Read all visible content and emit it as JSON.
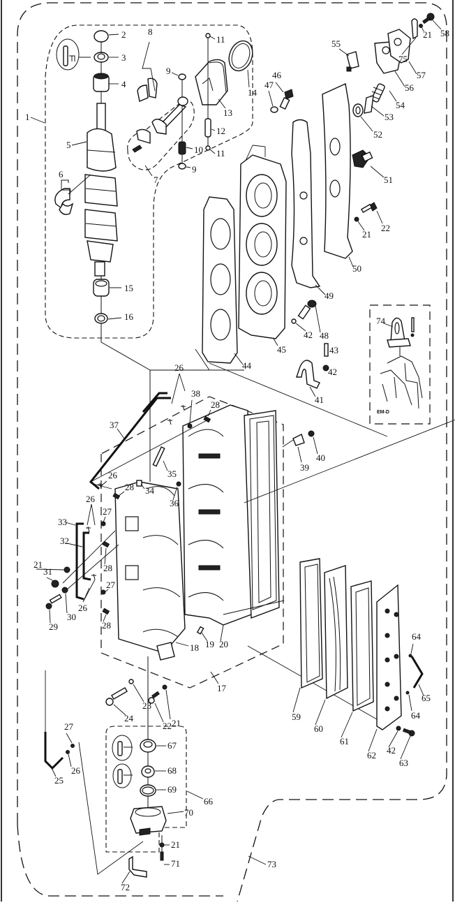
{
  "diagram": {
    "type": "exploded-parts-diagram",
    "subject": "outboard engine powerhead: crankshaft, piston, cylinder head, crankcase, exhaust cover",
    "inset_label": "EM-D",
    "callouts": {
      "c1": "1",
      "c2": "2",
      "c3": "3",
      "c4": "4",
      "c5": "5",
      "c6": "6",
      "c7": "7",
      "c8": "8",
      "c9a": "9",
      "c9b": "9",
      "c10": "10",
      "c11a": "11",
      "c11b": "11",
      "c12": "12",
      "c13": "13",
      "c14": "14",
      "c15": "15",
      "c16": "16",
      "c17": "17",
      "c18": "18",
      "c19": "19",
      "c20": "20",
      "c21a": "21",
      "c21b": "21",
      "c21c": "21",
      "c21d": "21",
      "c21e": "21",
      "c22a": "22",
      "c22b": "22",
      "c23": "23",
      "c24": "24",
      "c25": "25",
      "c26a": "26",
      "c26b": "26",
      "c26c": "26",
      "c26d": "26",
      "c26e": "26",
      "c27a": "27",
      "c27b": "27",
      "c27c": "27",
      "c28a": "28",
      "c28b": "28",
      "c28c": "28",
      "c28d": "28",
      "c29": "29",
      "c30": "30",
      "c31": "31",
      "c32": "32",
      "c33": "33",
      "c34": "34",
      "c35": "35",
      "c36": "36",
      "c37": "37",
      "c38": "38",
      "c39": "39",
      "c40": "40",
      "c41": "41",
      "c42a": "42",
      "c42b": "42",
      "c42c": "42",
      "c43": "43",
      "c44": "44",
      "c45": "45",
      "c46": "46",
      "c47": "47",
      "c48": "48",
      "c49": "49",
      "c50": "50",
      "c51": "51",
      "c52": "52",
      "c53": "53",
      "c54": "54",
      "c55": "55",
      "c56": "56",
      "c57": "57",
      "c58": "58",
      "c59": "59",
      "c60": "60",
      "c61": "61",
      "c62": "62",
      "c63": "63",
      "c64a": "64",
      "c64b": "64",
      "c65": "65",
      "c66": "66",
      "c67": "67",
      "c68": "68",
      "c69": "69",
      "c70": "70",
      "c71": "71",
      "c72": "72",
      "c73": "73",
      "c74": "74",
      "c75": "75"
    },
    "groups": [
      {
        "callout": "1",
        "description": "crankshaft assembly group (dashed boundary)"
      },
      {
        "callout": "7",
        "description": "connecting rod assembly group (dashed boundary)"
      },
      {
        "callout": "17",
        "description": "crankcase assembly group (dashed boundary)"
      },
      {
        "callout": "66",
        "description": "lower bearing housing group (dashed boundary)"
      },
      {
        "callout": "73",
        "description": "complete powerhead group (outer dashed boundary)"
      }
    ]
  }
}
